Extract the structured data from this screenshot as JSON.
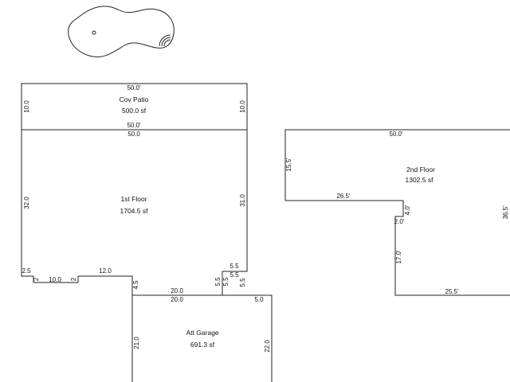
{
  "pool": {},
  "patio": {
    "name": "Cov Patio",
    "area": "500.0 sf",
    "dims": {
      "top": "50.0'",
      "left": "10.0",
      "right": "10.0",
      "bottom": "50.0'"
    }
  },
  "first_floor": {
    "name": "1st Floor",
    "area": "1704.5 sf",
    "dims": {
      "top": "50.0",
      "left": "32.0",
      "right": "31.0",
      "step_left": "2.5",
      "step_a": "2",
      "notch_width": "10.0",
      "step_b": "2",
      "run": "12.0",
      "drop": "4.5",
      "garage_top": "20.0",
      "jog_a": "5.5",
      "jog_b": "5.5",
      "jog_c": "5.5",
      "jog_d": "5.5",
      "jog_e": "5.5"
    }
  },
  "garage": {
    "name": "Att Garage",
    "area": "691.3 sf",
    "dims": {
      "top": "20.0",
      "left": "21.0",
      "right": "22.0",
      "corner": "5.0"
    }
  },
  "second_floor": {
    "name": "2nd  Floor",
    "area": "1302.5 sf",
    "dims": {
      "top": "50.0'",
      "left": "15.5'",
      "ledge": "26.5'",
      "step_v": "4.0'",
      "step_h": "2.0'",
      "lower_left": "17.0'",
      "bottom": "25.5'",
      "right": "36.5'"
    }
  }
}
